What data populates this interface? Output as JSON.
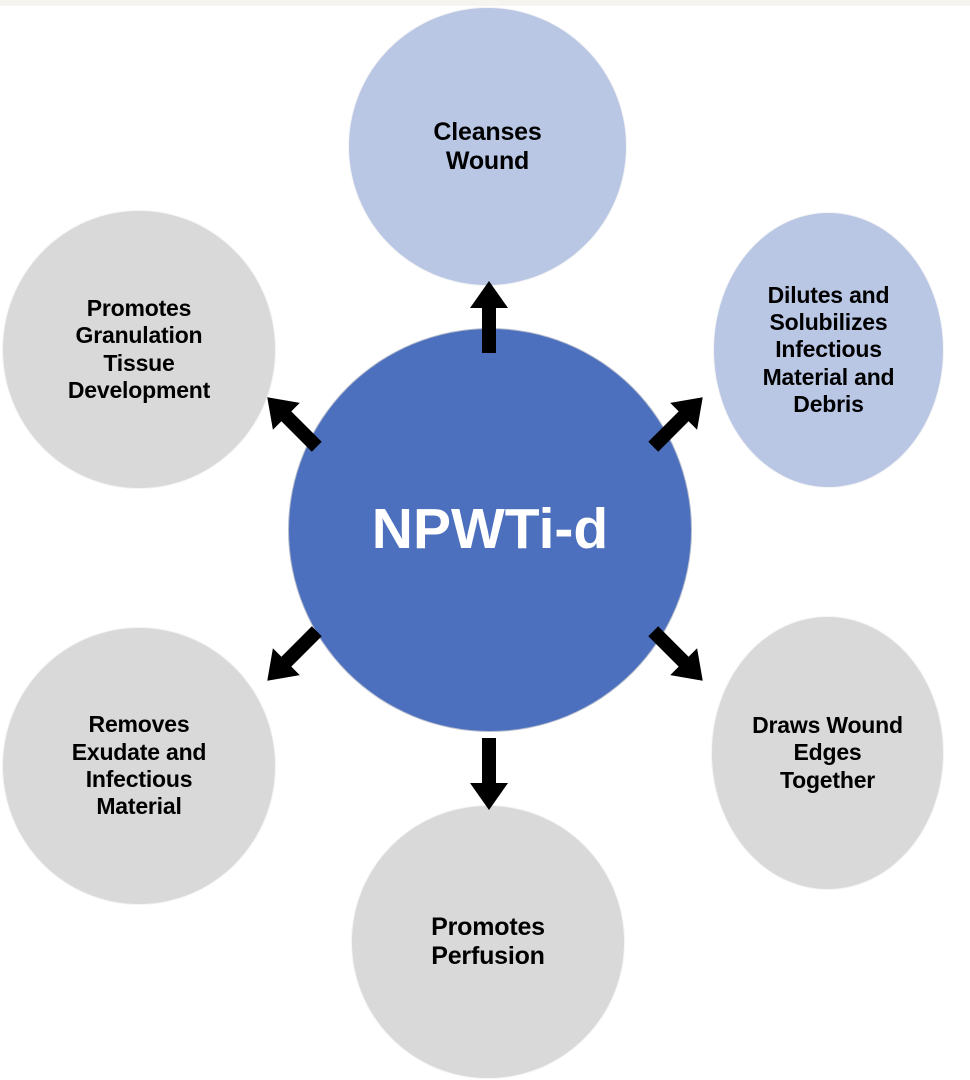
{
  "diagram": {
    "title": "NPWTi-d",
    "type": "hub-and-spoke",
    "background_color": "#ffffff",
    "top_strip_color": "#f5f4f0",
    "center": {
      "label": "NPWTi-d",
      "fill_color": "#4c70be",
      "text_color": "#ffffff"
    },
    "nodes": [
      {
        "id": "cleanses-wound",
        "label": "Cleanses\nWound",
        "position": "top",
        "fill_color": "#b9c7e5",
        "text_color": "#000000"
      },
      {
        "id": "dilutes-solubilizes",
        "label": "Dilutes and\nSolubilizes\nInfectious\nMaterial and\nDebris",
        "position": "top-right",
        "fill_color": "#b9c7e5",
        "text_color": "#000000"
      },
      {
        "id": "draws-wound-edges",
        "label": "Draws Wound\nEdges\nTogether",
        "position": "bottom-right",
        "fill_color": "#d9d9d9",
        "text_color": "#000000"
      },
      {
        "id": "promotes-perfusion",
        "label": "Promotes\nPerfusion",
        "position": "bottom",
        "fill_color": "#d9d9d9",
        "text_color": "#000000"
      },
      {
        "id": "removes-exudate",
        "label": "Removes\nExudate and\nInfectious\nMaterial",
        "position": "bottom-left",
        "fill_color": "#d9d9d9",
        "text_color": "#000000"
      },
      {
        "id": "promotes-granulation",
        "label": "Promotes\nGranulation\nTissue\nDevelopment",
        "position": "top-left",
        "fill_color": "#d9d9d9",
        "text_color": "#000000"
      }
    ],
    "arrows": [
      {
        "id": "arrow-up",
        "direction": "up",
        "from": "NPWTi-d",
        "to": "Cleanses Wound",
        "color": "#000000"
      },
      {
        "id": "arrow-up-right",
        "direction": "up-right",
        "from": "NPWTi-d",
        "to": "Dilutes and Solubilizes Infectious Material and Debris",
        "color": "#000000"
      },
      {
        "id": "arrow-down-right",
        "direction": "down-right",
        "from": "NPWTi-d",
        "to": "Draws Wound Edges Together",
        "color": "#000000"
      },
      {
        "id": "arrow-down",
        "direction": "down",
        "from": "NPWTi-d",
        "to": "Promotes Perfusion",
        "color": "#000000"
      },
      {
        "id": "arrow-down-left",
        "direction": "down-left",
        "from": "NPWTi-d",
        "to": "Removes Exudate and Infectious Material",
        "color": "#000000"
      },
      {
        "id": "arrow-up-left",
        "direction": "up-left",
        "from": "NPWTi-d",
        "to": "Promotes Granulation Tissue Development",
        "color": "#000000"
      }
    ]
  }
}
